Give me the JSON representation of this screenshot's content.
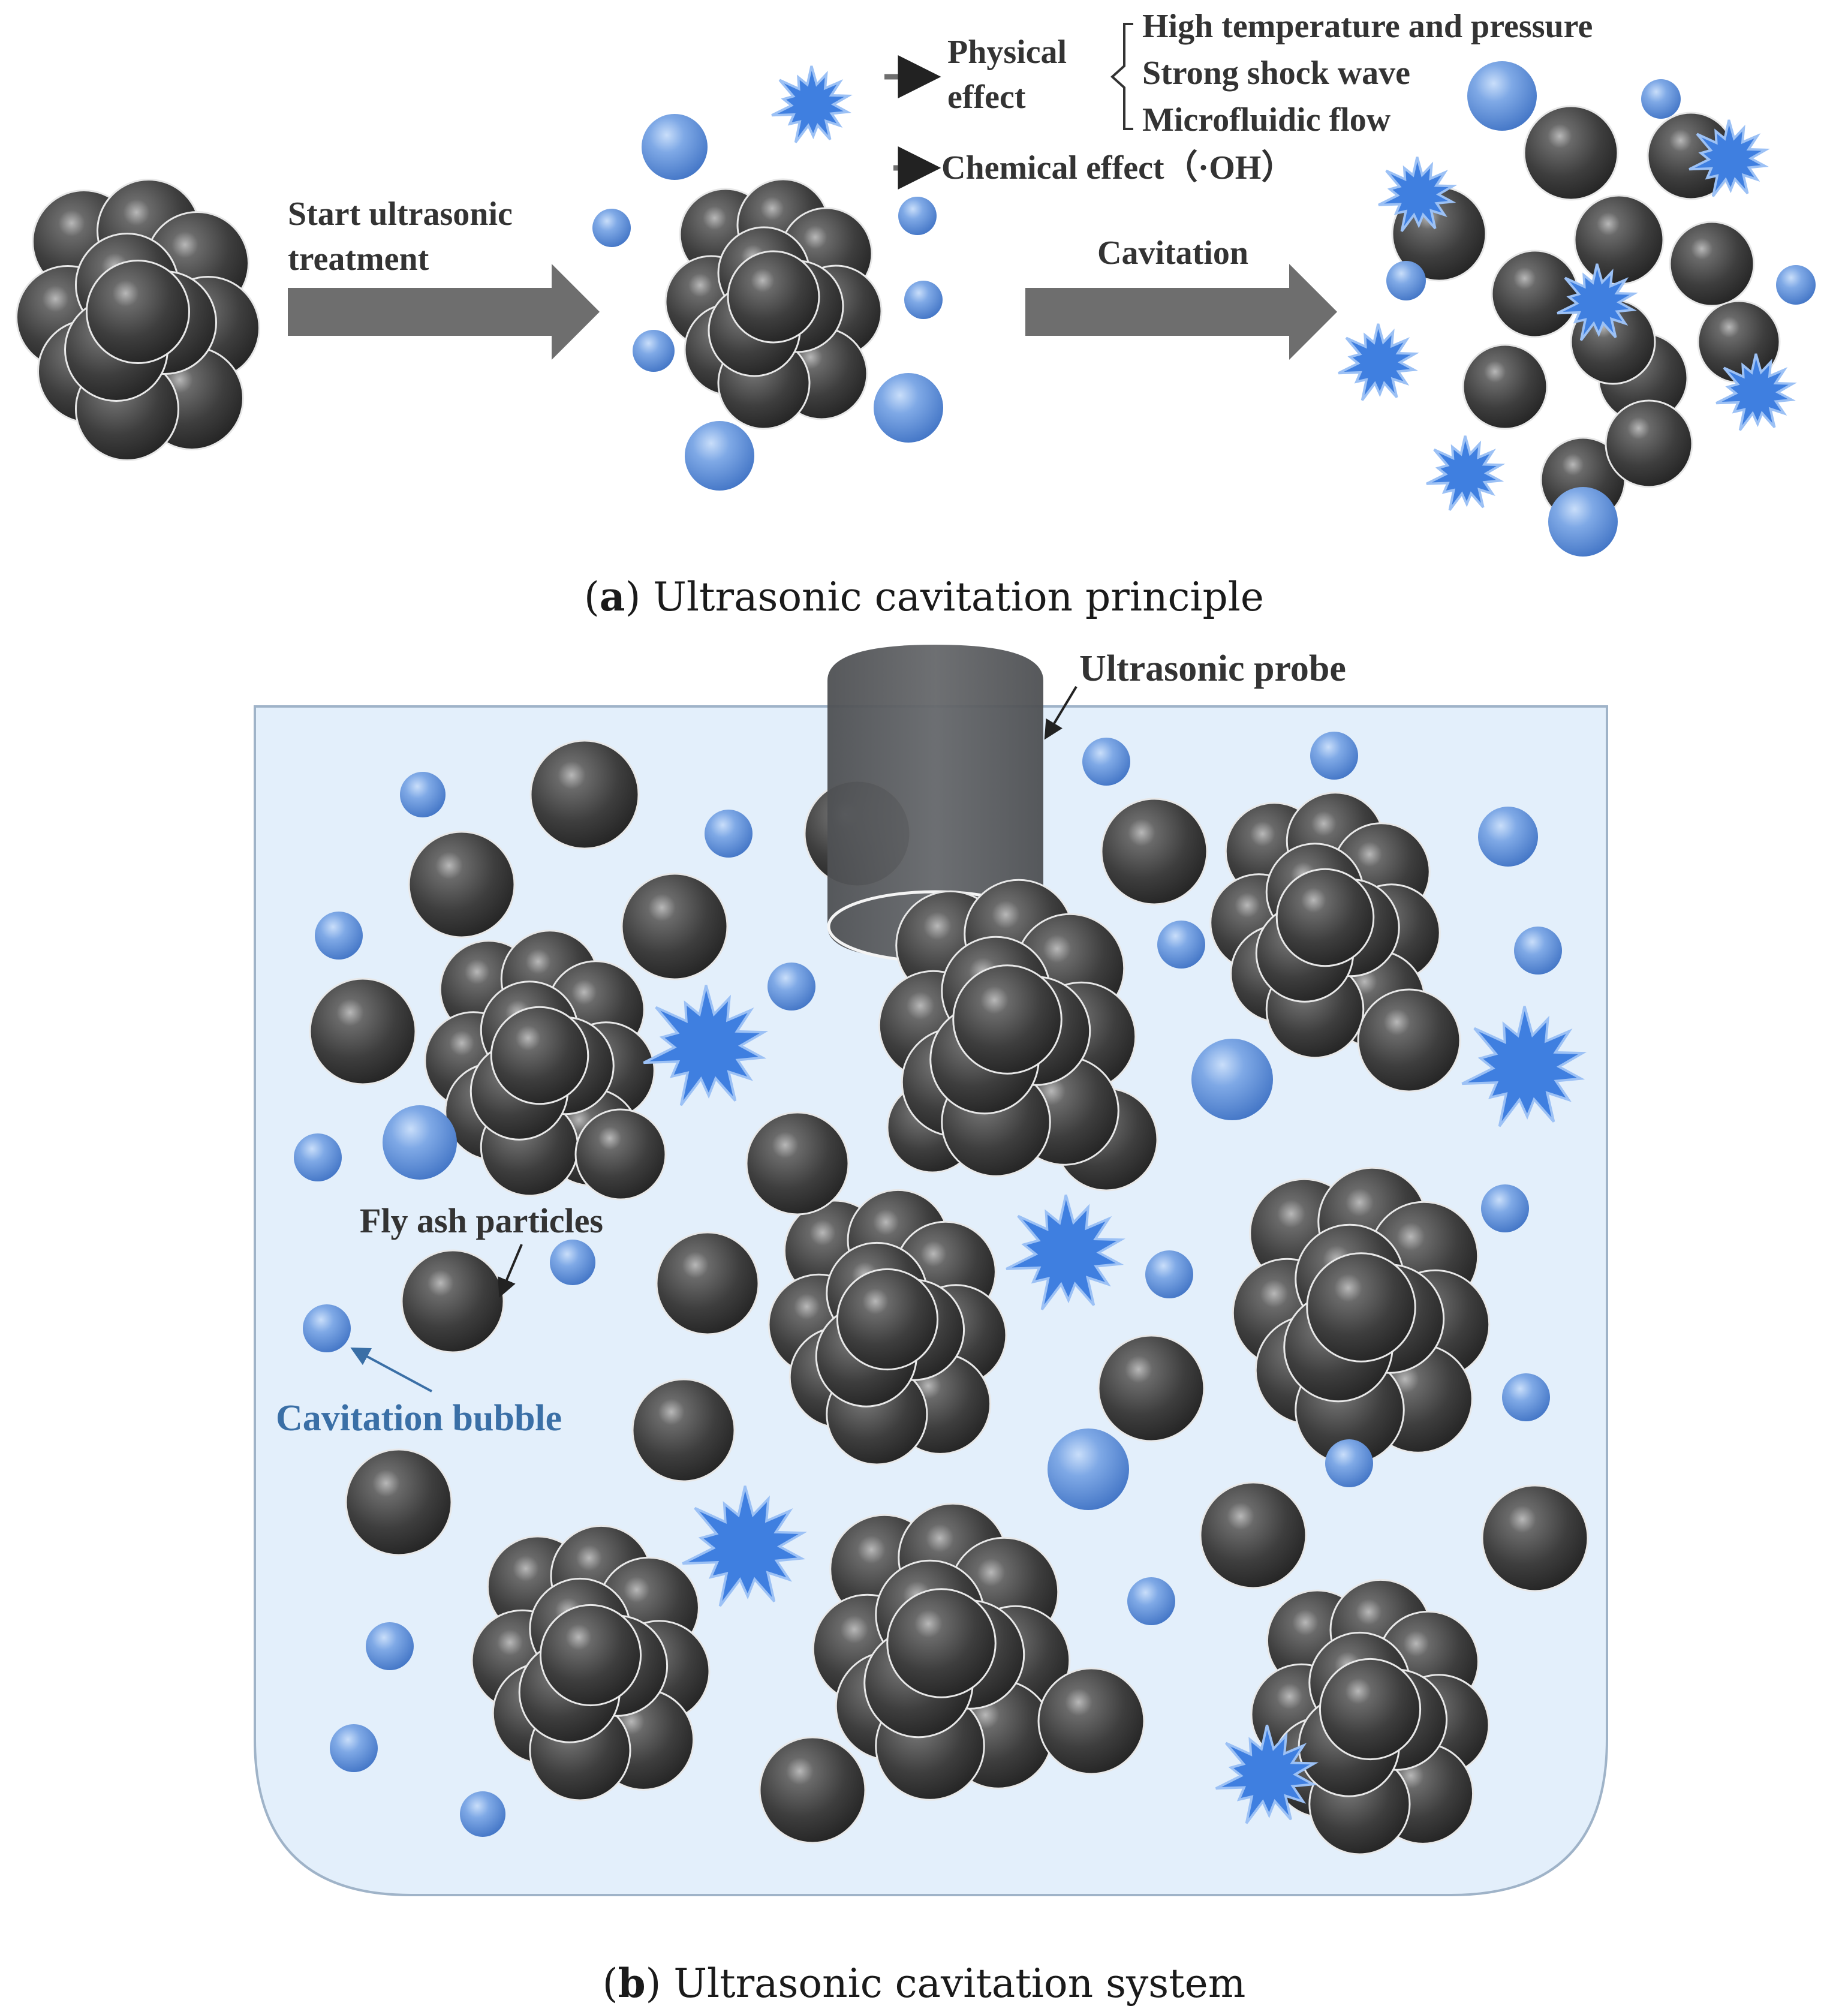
{
  "panel_a": {
    "caption_letter": "a",
    "caption_text": "Ultrasonic cavitation principle",
    "start_label_line1": "Start ultrasonic",
    "start_label_line2": "treatment",
    "cavitation_label": "Cavitation",
    "physical_label_line1": "Physical",
    "physical_label_line2": "effect",
    "physical_effects": [
      "High temperature and pressure",
      "Strong shock wave",
      "Microfluidic flow"
    ],
    "chemical_label": "Chemical effect（·OH）"
  },
  "panel_b": {
    "caption_letter": "b",
    "caption_text": "Ultrasonic cavitation system",
    "probe_label": "Ultrasonic probe",
    "particles_label": "Fly ash particles",
    "bubble_label": "Cavitation bubble"
  },
  "colors": {
    "particle": "#4a4a4a",
    "bubble": "#5b8fd6",
    "starburst": "#3f7fe0",
    "arrow": "#6e6e6e",
    "tank_fill": "#e3effb",
    "probe": "#5f6164"
  }
}
